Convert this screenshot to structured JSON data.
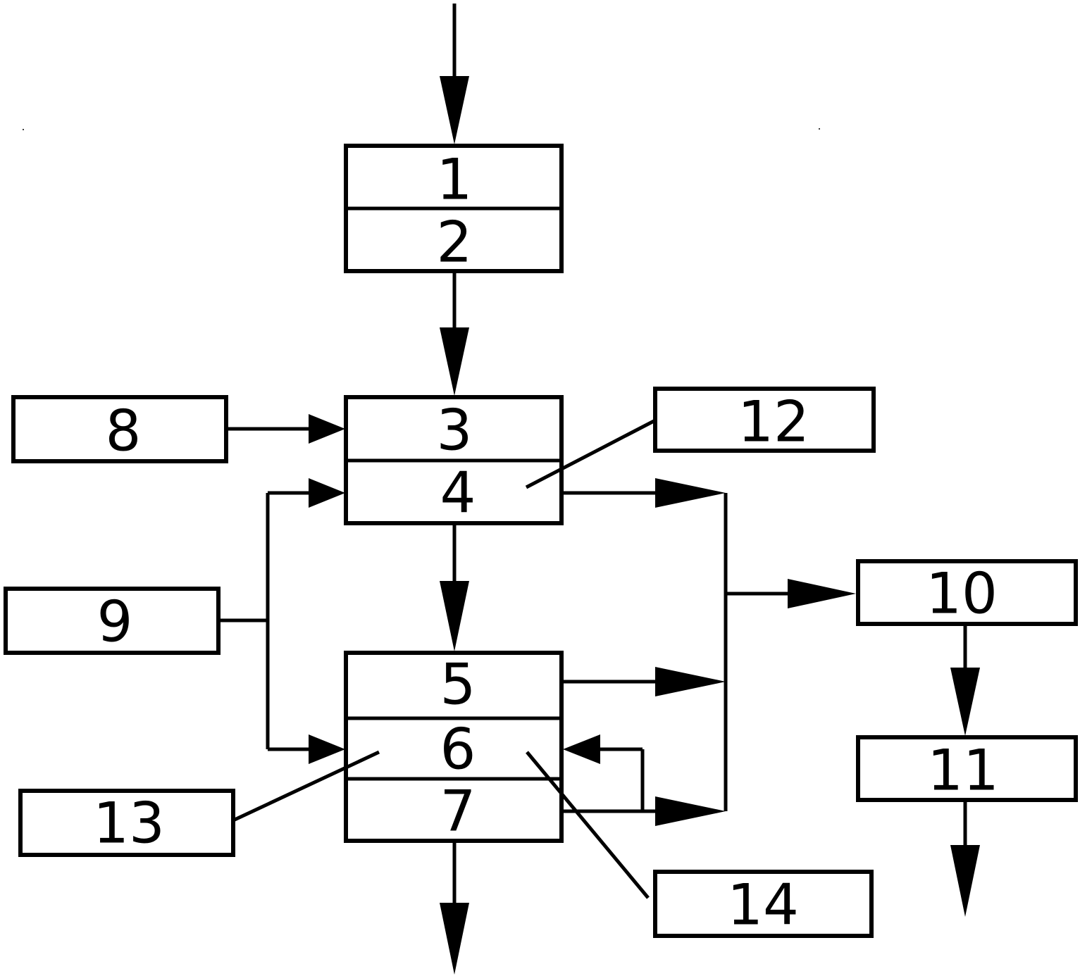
{
  "diagram": {
    "labels": {
      "b1": "1",
      "b2": "2",
      "b3": "3",
      "b4": "4",
      "b5": "5",
      "b6": "6",
      "b7": "7",
      "b8": "8",
      "b9": "9",
      "b10": "10",
      "b11": "11",
      "b12": "12",
      "b13": "13",
      "b14": "14"
    },
    "colors": {
      "stroke": "#000000",
      "background": "#ffffff"
    }
  }
}
